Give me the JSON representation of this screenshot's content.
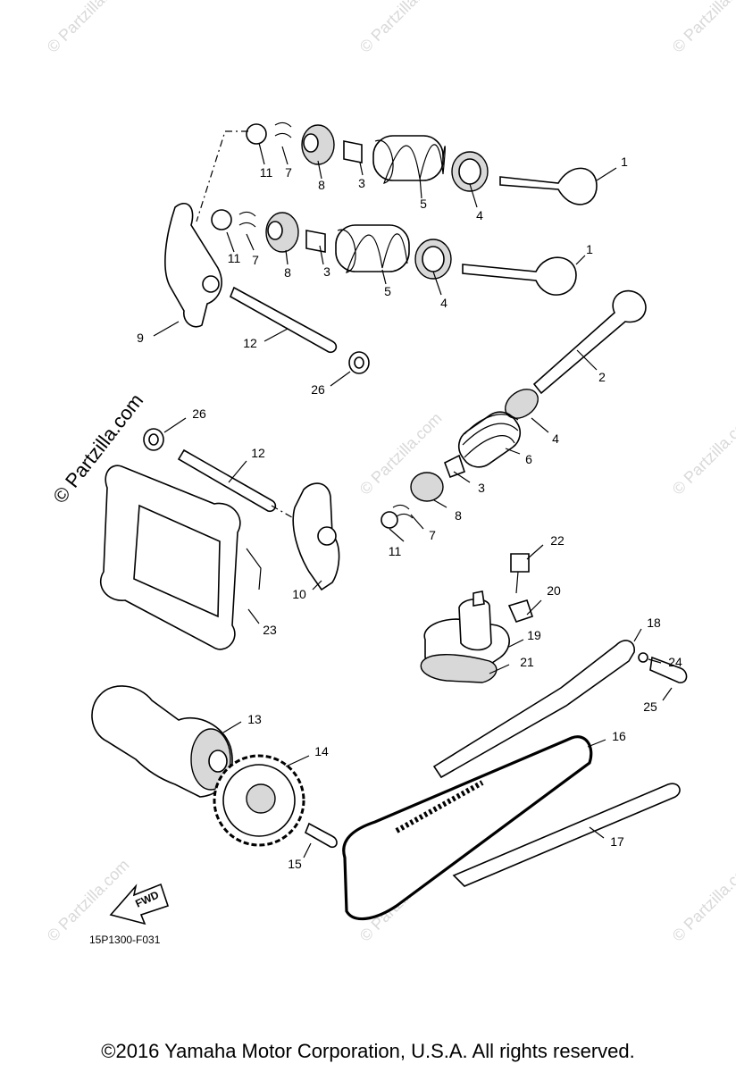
{
  "watermark": {
    "text": "© Partzilla.com",
    "large_text": "© Partzilla.com"
  },
  "diagram_code": "15P1300-F031",
  "fwd_label": "FWD",
  "footer": "©2016  Yamaha Motor Corporation, U.S.A. All rights reserved.",
  "callouts": [
    {
      "id": "c1a",
      "label": "1"
    },
    {
      "id": "c1b",
      "label": "1"
    },
    {
      "id": "c2",
      "label": "2"
    },
    {
      "id": "c3a",
      "label": "3"
    },
    {
      "id": "c3b",
      "label": "3"
    },
    {
      "id": "c3c",
      "label": "3"
    },
    {
      "id": "c4a",
      "label": "4"
    },
    {
      "id": "c4b",
      "label": "4"
    },
    {
      "id": "c4c",
      "label": "4"
    },
    {
      "id": "c5a",
      "label": "5"
    },
    {
      "id": "c5b",
      "label": "5"
    },
    {
      "id": "c6",
      "label": "6"
    },
    {
      "id": "c7a",
      "label": "7"
    },
    {
      "id": "c7b",
      "label": "7"
    },
    {
      "id": "c7c",
      "label": "7"
    },
    {
      "id": "c8a",
      "label": "8"
    },
    {
      "id": "c8b",
      "label": "8"
    },
    {
      "id": "c8c",
      "label": "8"
    },
    {
      "id": "c9",
      "label": "9"
    },
    {
      "id": "c10",
      "label": "10"
    },
    {
      "id": "c11a",
      "label": "11"
    },
    {
      "id": "c11b",
      "label": "11"
    },
    {
      "id": "c11c",
      "label": "11"
    },
    {
      "id": "c12a",
      "label": "12"
    },
    {
      "id": "c12b",
      "label": "12"
    },
    {
      "id": "c13",
      "label": "13"
    },
    {
      "id": "c14",
      "label": "14"
    },
    {
      "id": "c15",
      "label": "15"
    },
    {
      "id": "c16",
      "label": "16"
    },
    {
      "id": "c17",
      "label": "17"
    },
    {
      "id": "c18",
      "label": "18"
    },
    {
      "id": "c19",
      "label": "19"
    },
    {
      "id": "c20",
      "label": "20"
    },
    {
      "id": "c21",
      "label": "21"
    },
    {
      "id": "c22",
      "label": "22"
    },
    {
      "id": "c23",
      "label": "23"
    },
    {
      "id": "c24",
      "label": "24"
    },
    {
      "id": "c25",
      "label": "25"
    },
    {
      "id": "c26a",
      "label": "26"
    },
    {
      "id": "c26b",
      "label": "26"
    }
  ]
}
